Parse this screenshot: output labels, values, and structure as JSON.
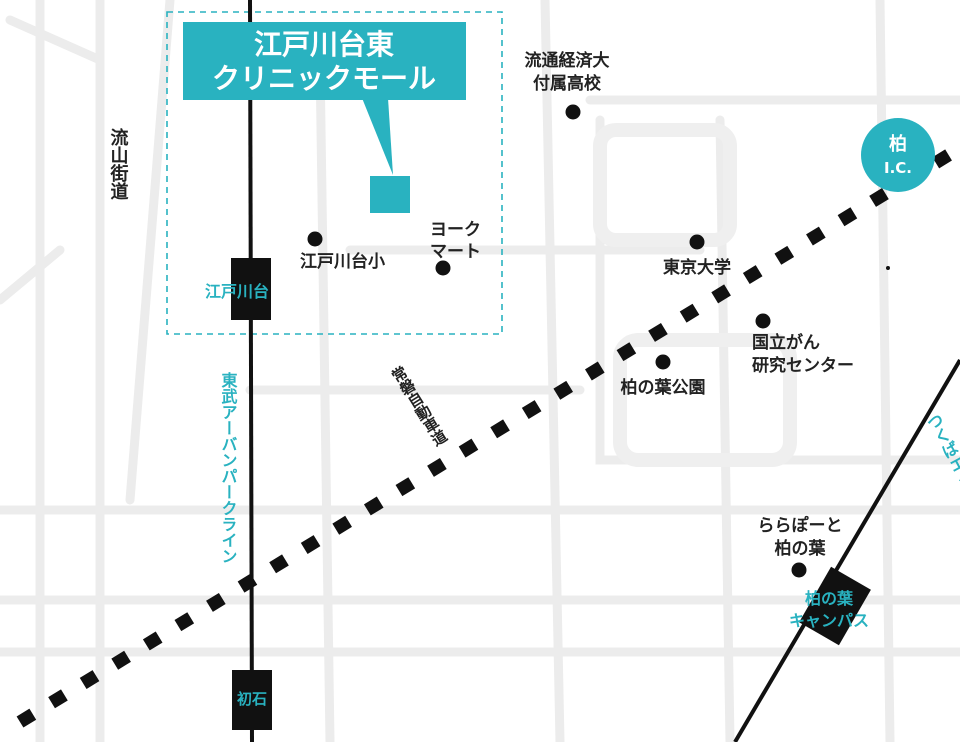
{
  "callout": {
    "line1": "江戸川台東",
    "line2": "クリニックモール"
  },
  "roads": {
    "nagareyama_kaido": "流山街道",
    "joban_expressway": "常磐自動車道"
  },
  "railways": {
    "tobu_urban_park_line": "東武アーバンパークライン",
    "tsukuba_express": "つくばエクスプレス"
  },
  "stations": {
    "edogawadai": "江戸川台",
    "hatsuishi": "初石",
    "kashiwanoha_campus_line1": "柏の葉",
    "kashiwanoha_campus_line2": "キャンパス"
  },
  "interchange": {
    "line1": "柏",
    "line2": "I.C."
  },
  "places": {
    "ryutsu_keizai_line1": "流通経済大",
    "ryutsu_keizai_line2": "付属高校",
    "yorkmart_line1": "ヨーク",
    "yorkmart_line2": "マート",
    "edogawadai_elementary": "江戸川台小",
    "univ_tokyo": "東京大学",
    "cancer_center_line1": "国立がん",
    "cancer_center_line2": "研究センター",
    "kashiwanoha_park": "柏の葉公園",
    "lalaport_line1": "ららぽーと",
    "lalaport_line2": "柏の葉"
  },
  "colors": {
    "accent": "#29b2c0",
    "rail": "#111111",
    "road": "#ededed"
  }
}
